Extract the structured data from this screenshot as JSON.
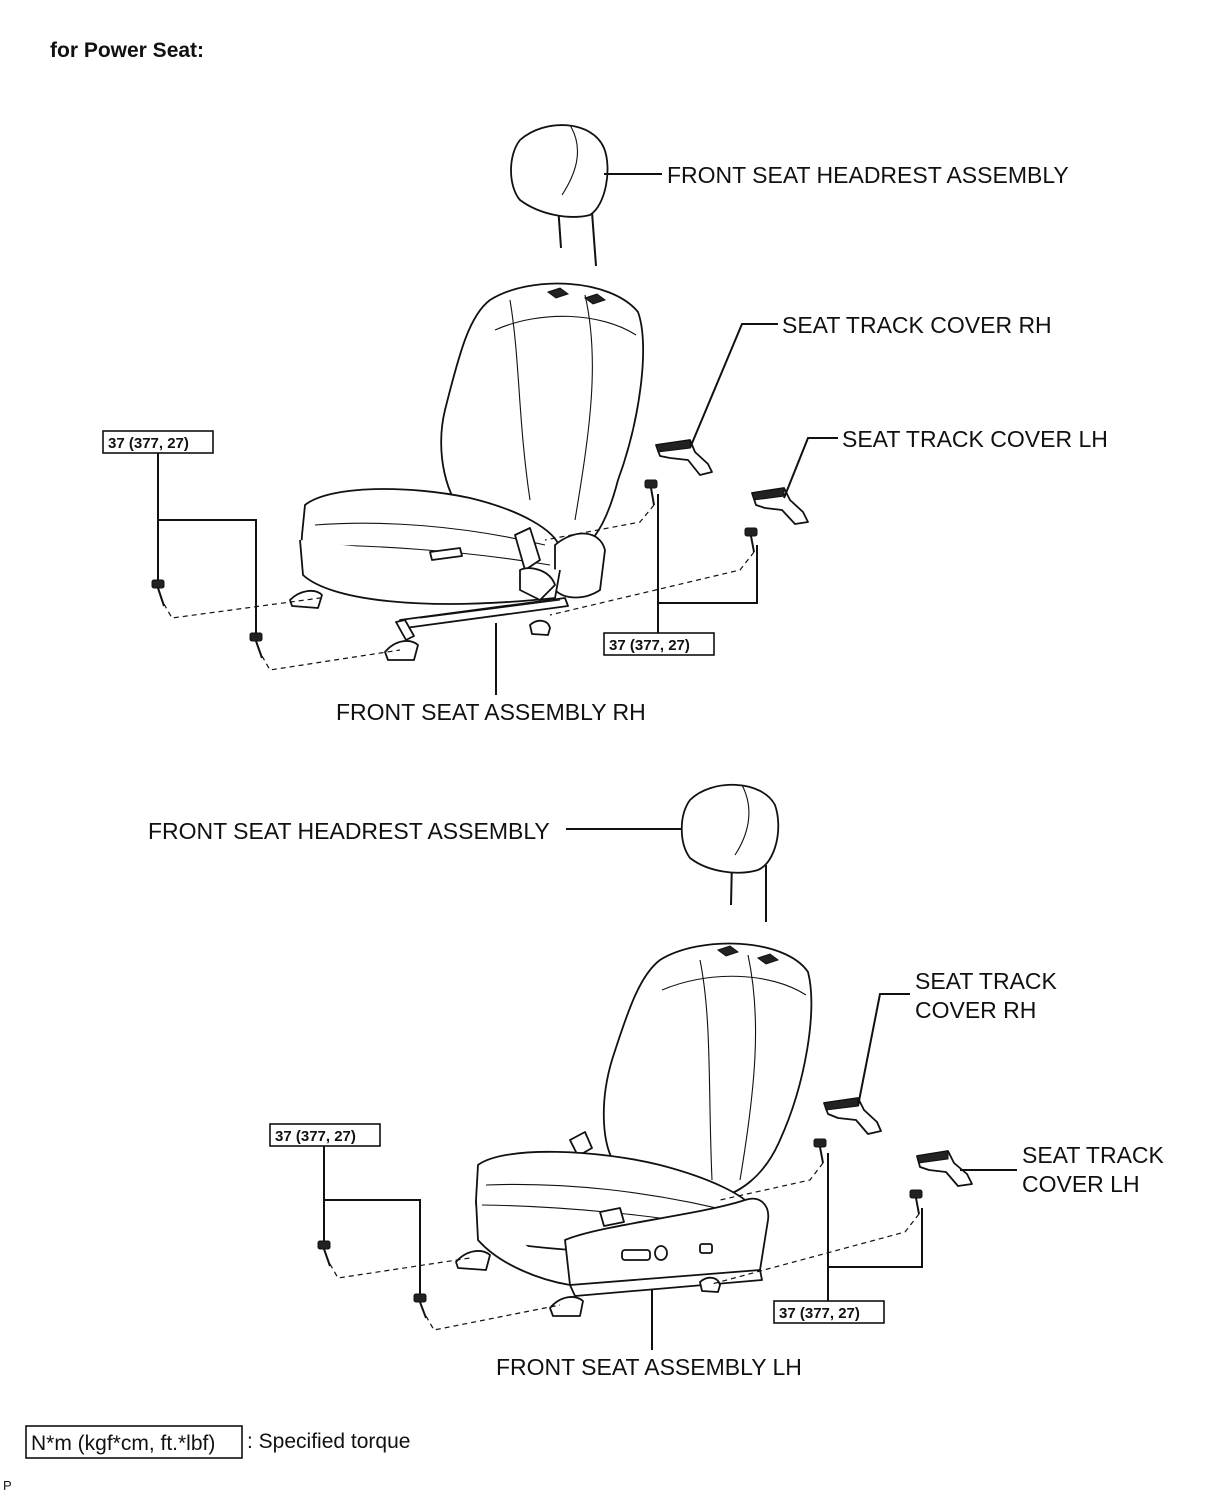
{
  "heading": "for Power Seat:",
  "rh_diagram": {
    "headrest_label": "FRONT SEAT HEADREST ASSEMBLY",
    "cover_rh_label": "SEAT TRACK COVER RH",
    "cover_lh_label": "SEAT TRACK COVER LH",
    "seat_label": "FRONT SEAT ASSEMBLY RH",
    "torque_left": "37 (377, 27)",
    "torque_right": "37 (377, 27)"
  },
  "lh_diagram": {
    "headrest_label": "FRONT SEAT HEADREST ASSEMBLY",
    "cover_rh_label_line1": "SEAT TRACK",
    "cover_rh_label_line2": "COVER RH",
    "cover_lh_label_line1": "SEAT TRACK",
    "cover_lh_label_line2": "COVER LH",
    "seat_label": "FRONT SEAT ASSEMBLY LH",
    "torque_left": "37 (377, 27)",
    "torque_right": "37 (377, 27)"
  },
  "legend": {
    "unit": "N*m (kgf*cm, ft.*lbf)",
    "description": ": Specified torque"
  },
  "corner_mark": "P"
}
